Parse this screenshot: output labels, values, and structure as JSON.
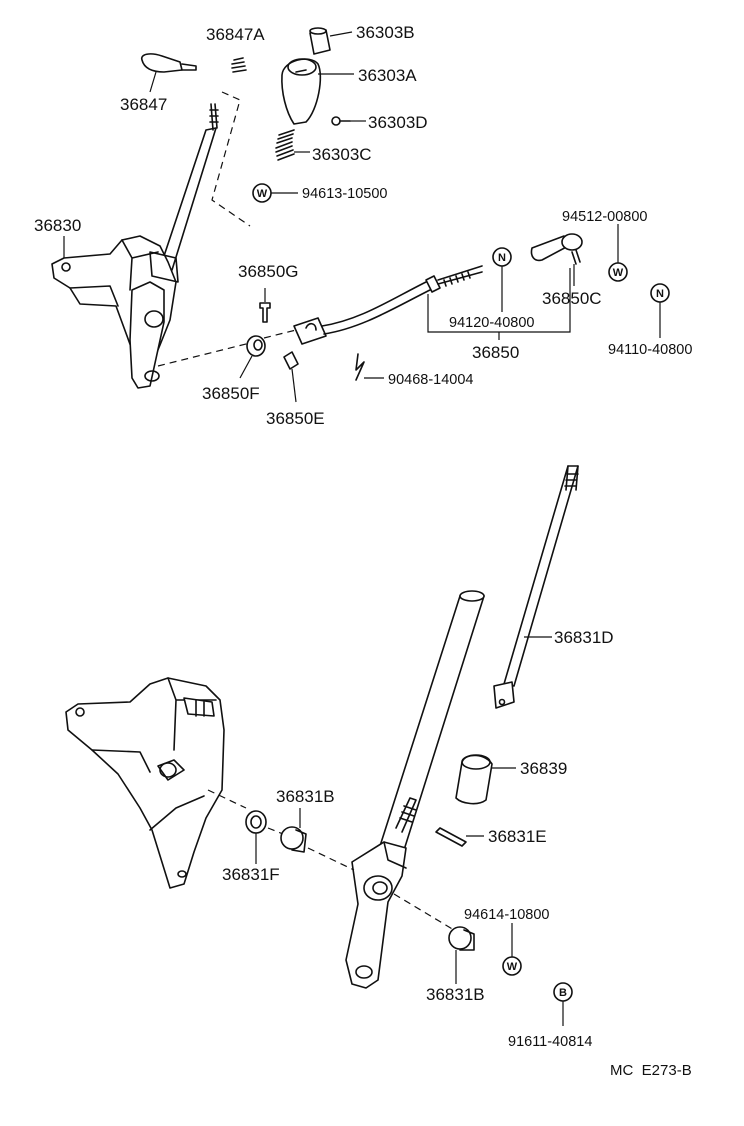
{
  "labels": {
    "p36303B": "36303B",
    "p36847A": "36847A",
    "p36303A": "36303A",
    "p36847": "36847",
    "p36303D": "36303D",
    "p36303C": "36303C",
    "p94613_10500": "94613-10500",
    "p36830": "36830",
    "p94512_00800": "94512-00800",
    "p36850G": "36850G",
    "p36850C": "36850C",
    "p94120_40800": "94120-40800",
    "p94110_40800": "94110-40800",
    "p36850": "36850",
    "p36850F": "36850F",
    "p90468_14004": "90468-14004",
    "p36850E": "36850E",
    "p36831D": "36831D",
    "p36839": "36839",
    "p36831B_top": "36831B",
    "p36831E": "36831E",
    "p36831F": "36831F",
    "p94614_10800": "94614-10800",
    "p36831B_bottom": "36831B",
    "p91611_40814": "91611-40814"
  },
  "symbols": {
    "washer": "W",
    "nut": "N",
    "bolt": "B"
  },
  "reference_code": "MC  E273-B"
}
